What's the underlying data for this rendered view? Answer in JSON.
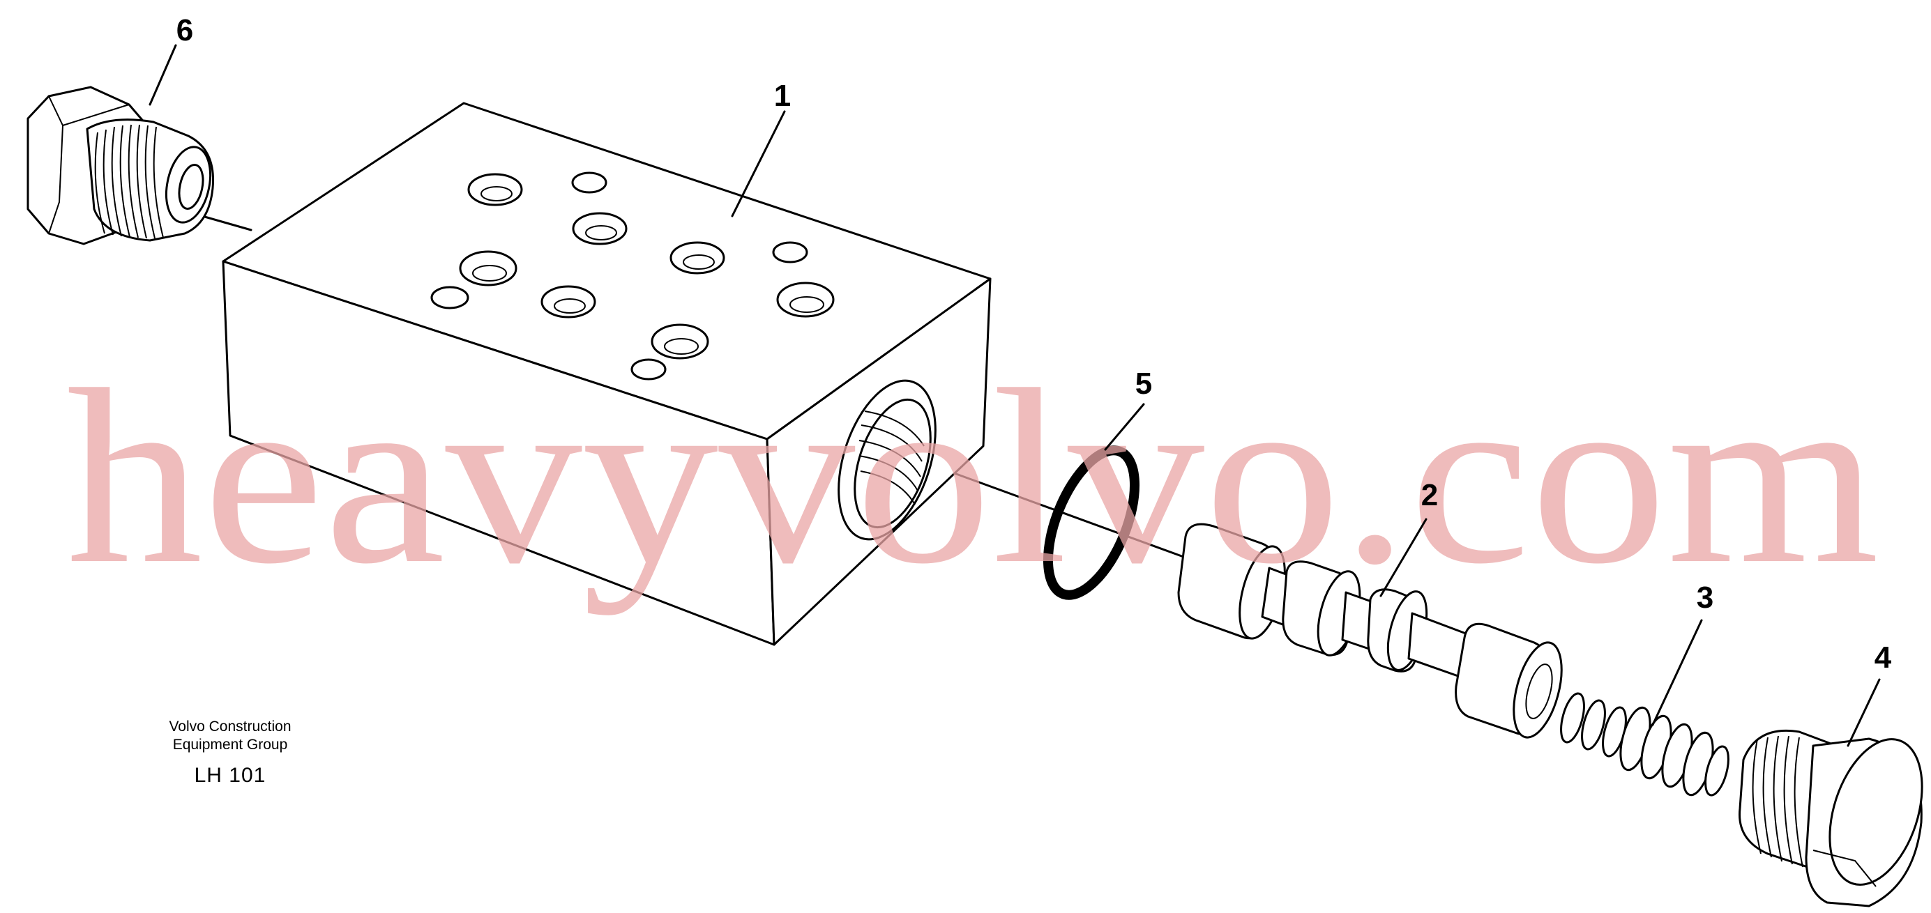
{
  "diagram": {
    "callouts": [
      {
        "id": "1",
        "label": "1"
      },
      {
        "id": "2",
        "label": "2"
      },
      {
        "id": "3",
        "label": "3"
      },
      {
        "id": "4",
        "label": "4"
      },
      {
        "id": "5",
        "label": "5"
      },
      {
        "id": "6",
        "label": "6"
      }
    ],
    "watermark": "heavyvolvo.com"
  },
  "caption": {
    "line1": "Volvo Construction",
    "line2": "Equipment Group",
    "code": "LH 101"
  }
}
